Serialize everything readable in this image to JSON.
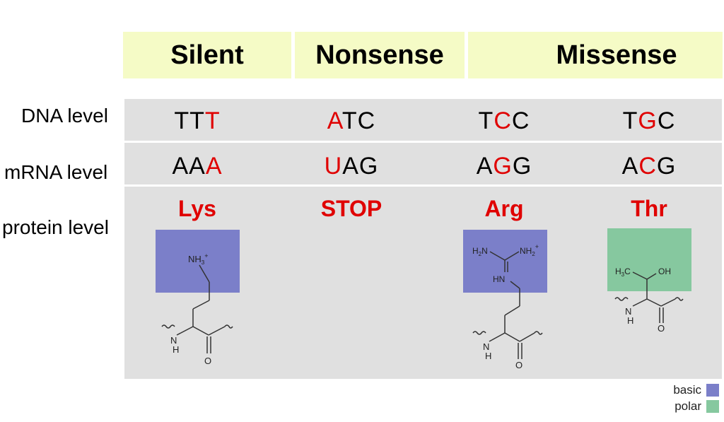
{
  "headers": {
    "silent": "Silent",
    "nonsense": "Nonsense",
    "missense": "Missense"
  },
  "row_labels": {
    "dna": "DNA level",
    "mrna": "mRNA level",
    "protein": "protein level"
  },
  "columns": [
    {
      "dna": {
        "pre": "TT",
        "mut": "T",
        "post": ""
      },
      "mrna": {
        "pre": "AA",
        "mut": "A",
        "post": ""
      },
      "protein": "Lys"
    },
    {
      "dna": {
        "pre": "",
        "mut": "A",
        "post": "TC"
      },
      "mrna": {
        "pre": "",
        "mut": "U",
        "post": "AG"
      },
      "protein": "STOP"
    },
    {
      "dna": {
        "pre": "T",
        "mut": "C",
        "post": "C"
      },
      "mrna": {
        "pre": "A",
        "mut": "G",
        "post": "G"
      },
      "protein": "Arg"
    },
    {
      "dna": {
        "pre": "T",
        "mut": "G",
        "post": "C"
      },
      "mrna": {
        "pre": "A",
        "mut": "C",
        "post": "G"
      },
      "protein": "Thr"
    }
  ],
  "structures": {
    "lys": {
      "nh3": "NH",
      "sub3": "3",
      "plus": "+",
      "nh": "N",
      "h": "H",
      "o": "O"
    },
    "arg": {
      "h2n": "H",
      "sub2a": "2",
      "n1": "N",
      "nh2": "NH",
      "sub2b": "2",
      "plus": "+",
      "hn": "HN",
      "nh": "N",
      "h": "H",
      "o": "O"
    },
    "thr": {
      "h3c": "H",
      "sub3": "3",
      "c": "C",
      "oh": "OH",
      "nh": "N",
      "h": "H",
      "o": "O"
    }
  },
  "legend": [
    {
      "label": "basic",
      "color": "#7b7fc9"
    },
    {
      "label": "polar",
      "color": "#86c89f"
    }
  ],
  "colors": {
    "header_bg": "#f5fbc6",
    "table_bg": "#e0e0e0",
    "mutation": "#e00000",
    "basic_box": "#7b7fc9",
    "polar_box": "#86c89f"
  }
}
